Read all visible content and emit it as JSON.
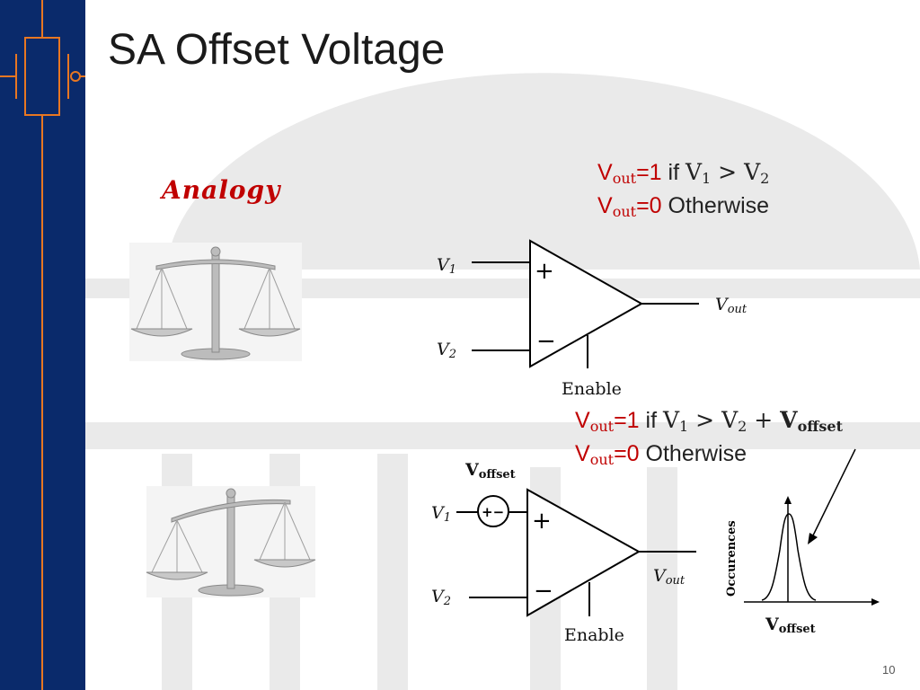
{
  "slide": {
    "title": "SA Offset Voltage",
    "analogy_label": "Analogy",
    "page_number": "10"
  },
  "equations": {
    "top": {
      "line1_var": "V",
      "line1_sub": "out",
      "line1_val": "=1",
      "line1_text": " if ",
      "line1_cmp_a": "V",
      "line1_cmp_a_sub": "1",
      "line1_op": " > ",
      "line1_cmp_b": "V",
      "line1_cmp_b_sub": "2",
      "line2_var": "V",
      "line2_sub": "out",
      "line2_val": "=0",
      "line2_text": " Otherwise"
    },
    "bottom": {
      "line1_var": "V",
      "line1_sub": "out",
      "line1_val": "=1",
      "line1_text": " if ",
      "line1_cmp_a": "V",
      "line1_cmp_a_sub": "1",
      "line1_op": " > ",
      "line1_cmp_b": "V",
      "line1_cmp_b_sub": "2",
      "line1_plus": " + ",
      "line1_offset": "V",
      "line1_offset_sub": "offset",
      "line2_var": "V",
      "line2_sub": "out",
      "line2_val": "=0",
      "line2_text": " Otherwise"
    }
  },
  "circuit_top": {
    "in1_label": "V",
    "in1_sub": "1",
    "in2_label": "V",
    "in2_sub": "2",
    "out_label": "V",
    "out_sub": "out",
    "enable_label": "Enable",
    "plus_sign": "+",
    "minus_sign": "−"
  },
  "circuit_bottom": {
    "offset_label": "V",
    "offset_sub": "offset",
    "in1_label": "V",
    "in1_sub": "1",
    "in2_label": "V",
    "in2_sub": "2",
    "out_label": "V",
    "out_sub": "out",
    "enable_label": "Enable",
    "plus_sign": "+",
    "minus_sign": "−",
    "source_sign": "+−"
  },
  "distribution_plot": {
    "ylabel": "Occurences",
    "xlabel_var": "V",
    "xlabel_sub": "offset"
  },
  "colors": {
    "accent_red": "#c00000",
    "sidebar_navy": "#0a2a6b",
    "sidebar_orange": "#e87722",
    "watermark": "#e6e6e6"
  }
}
